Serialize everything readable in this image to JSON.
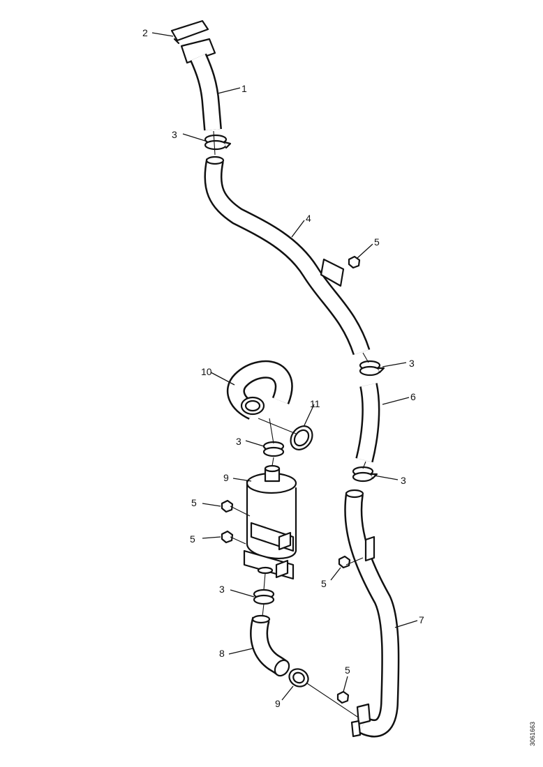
{
  "callouts": {
    "c1": "1",
    "c2": "2",
    "c3a": "3",
    "c4": "4",
    "c5a": "5",
    "c3b": "3",
    "c6": "6",
    "c10": "10",
    "c11": "11",
    "c3c": "3",
    "c3d": "3",
    "c9a": "9",
    "c5b": "5",
    "c5c": "5",
    "c5d": "5",
    "c3e": "3",
    "c7": "7",
    "c8": "8",
    "c5e": "5",
    "c9b": "9"
  },
  "document_id": "3061663"
}
